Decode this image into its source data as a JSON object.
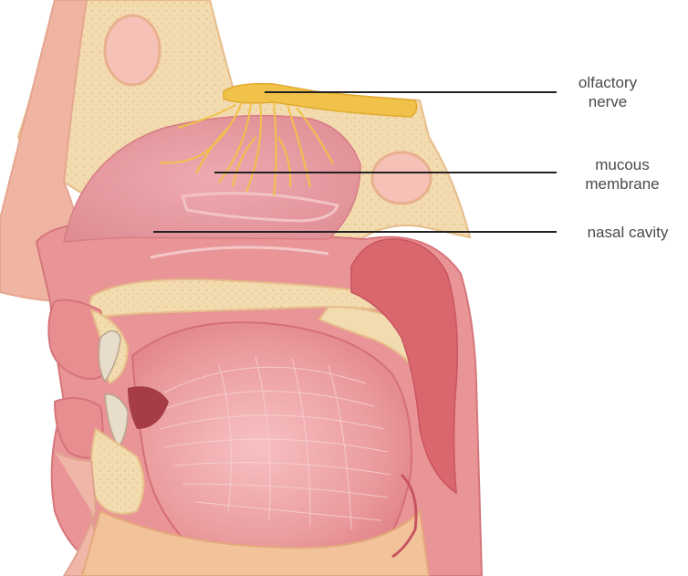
{
  "labels": {
    "olfactory_line1": "olfactory",
    "olfactory_line2": "nerve",
    "mucous_line1": "mucous",
    "mucous_line2": "membrane",
    "nasal_cavity": "nasal cavity"
  },
  "colors": {
    "bone": "#f3dbb0",
    "bone_edge": "#e6bc8a",
    "cartilage": "#efc4a8",
    "tissue_light": "#f4b6b0",
    "tissue": "#e88f8d",
    "tissue_dark": "#d96f72",
    "cavity": "#e79ea1",
    "nerve": "#f0c24a",
    "leader_line": "#222222",
    "label_text": "#4a4a4a"
  },
  "icons": {
    "head": "sagittal-head-section"
  }
}
